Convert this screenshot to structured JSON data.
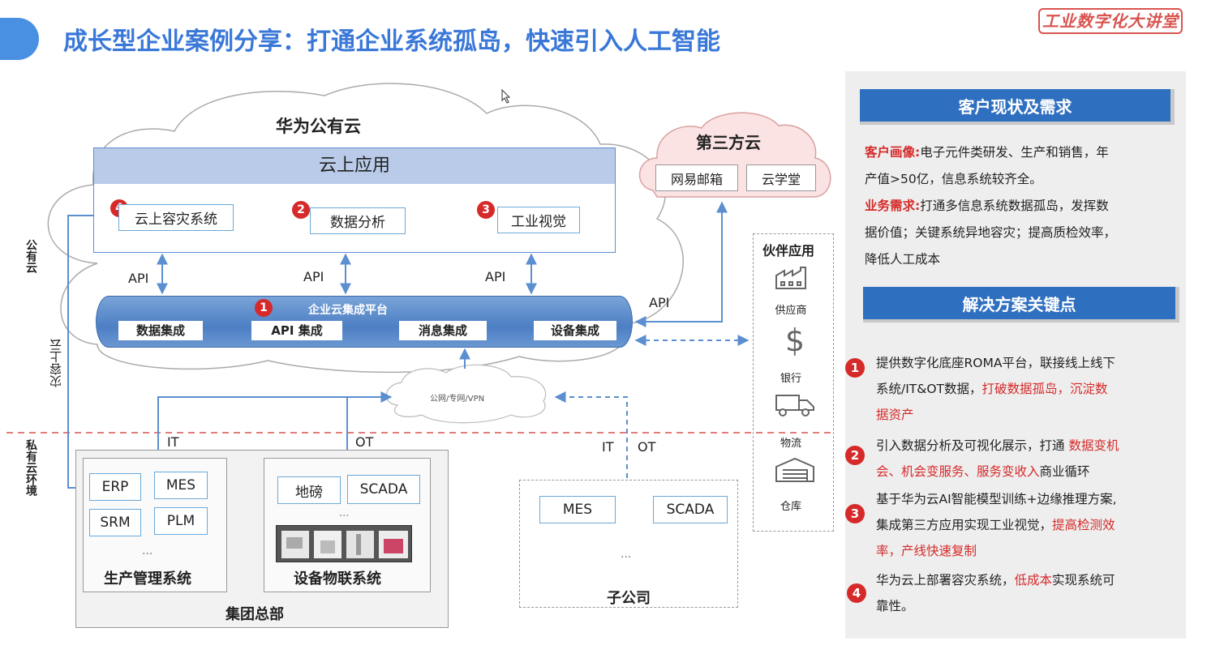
{
  "header": {
    "title": "成长型企业案例分享：打通企业系统孤岛，快速引入人工智能",
    "logo_text": "工业数字化大讲堂"
  },
  "diagram": {
    "huawei_cloud": "华为公有云",
    "cloud_apps_title": "云上应用",
    "apps": [
      {
        "num": "4",
        "label": "云上容灾系统"
      },
      {
        "num": "2",
        "label": "数据分析"
      },
      {
        "num": "3",
        "label": "工业视觉"
      }
    ],
    "api_labels": [
      "API",
      "API",
      "API",
      "API"
    ],
    "platform": {
      "num": "1",
      "title": "企业云集成平台",
      "modules": [
        "数据集成",
        "API 集成",
        "消息集成",
        "设备集成"
      ]
    },
    "third_party": {
      "title": "第三方云",
      "items": [
        "网易邮箱",
        "云学堂"
      ]
    },
    "partner": {
      "title": "伙伴应用",
      "items": [
        "供应商",
        "银行",
        "物流",
        "仓库"
      ]
    },
    "network": "公网/专网/VPN",
    "side_public": "公有云",
    "side_private": "私有云环境",
    "dr_label": "灾容上云",
    "it": "IT",
    "ot": "OT",
    "hq": {
      "title": "集团总部",
      "prod": {
        "title": "生产管理系统",
        "items": [
          "ERP",
          "MES",
          "SRM",
          "PLM"
        ],
        "more": "..."
      },
      "iot": {
        "title": "设备物联系统",
        "items": [
          "地磅",
          "SCADA"
        ],
        "more": "..."
      }
    },
    "sub": {
      "title": "子公司",
      "items": [
        "MES",
        "SCADA"
      ],
      "more": "...",
      "it": "IT",
      "ot": "OT"
    }
  },
  "panel": {
    "status_header": "客户现状及需求",
    "profile_label": "客户画像:",
    "profile_text_1": "电子元件类研发、生产和销售，年",
    "profile_text_2": "产值>50亿，信息系统较齐全。",
    "demand_label": "业务需求:",
    "demand_text_1": "打通多信息系统数据孤岛，发挥数",
    "demand_text_2": "据价值；关键系统异地容灾；提高质检效率，",
    "demand_text_3": "降低人工成本",
    "solution_header": "解决方案关键点",
    "points": [
      {
        "num": "1",
        "l1": "提供数字化底座ROMA平台，联接线上线下",
        "l2a": "系统/IT&OT数据，",
        "l2b": "打破数据孤岛，沉淀数",
        "l3": "据资产"
      },
      {
        "num": "2",
        "l1a": "引入数据分析及可视化展示，打通 ",
        "l1b": "数据变机",
        "l2a": "会、机会变服务、服务变收入",
        "l2b": "商业循环"
      },
      {
        "num": "3",
        "l1": "基于华为云AI智能模型训练+边缘推理方案,",
        "l2a": "集成第三方应用实现工业视觉，",
        "l2b": "提高检测效",
        "l3": "率，产线快速复制"
      },
      {
        "num": "4",
        "l1a": "华为云上部署容灾系统，",
        "l1b": "低成本",
        "l1c": "实现系统可",
        "l2": "靠性。"
      }
    ]
  }
}
